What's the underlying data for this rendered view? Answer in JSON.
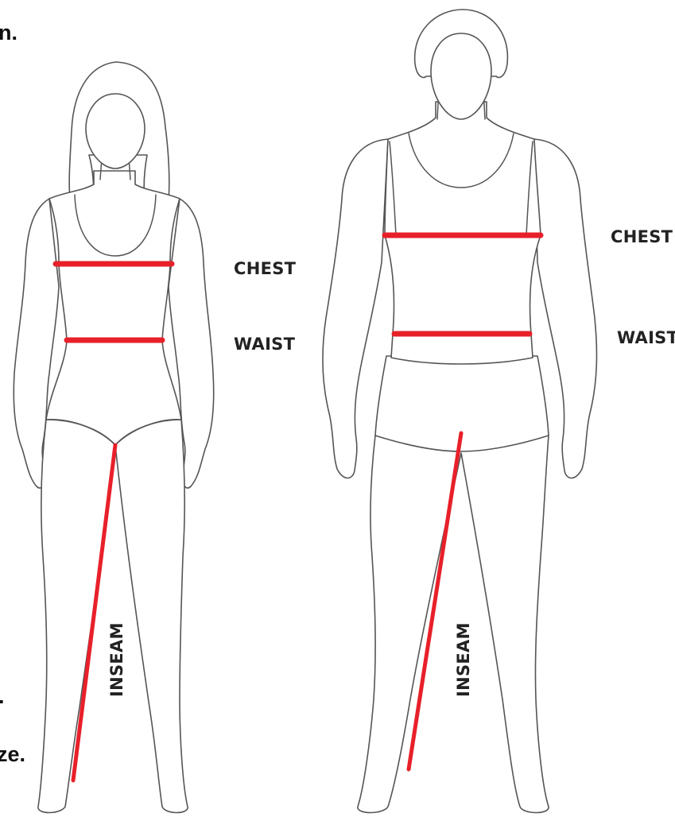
{
  "fragments": {
    "top_left": "n.",
    "bottom_left_1": ".",
    "bottom_left_2": "ze."
  },
  "figures": {
    "female": {
      "chest_label": "CHEST",
      "waist_label": "WAIST",
      "inseam_label": "INSEAM"
    },
    "male": {
      "chest_label": "CHEST",
      "waist_label": "WAIST",
      "inseam_label": "INSEAM"
    }
  },
  "colors": {
    "measure_line": "#e8202a",
    "outline": "#555555",
    "label": "#222222"
  }
}
